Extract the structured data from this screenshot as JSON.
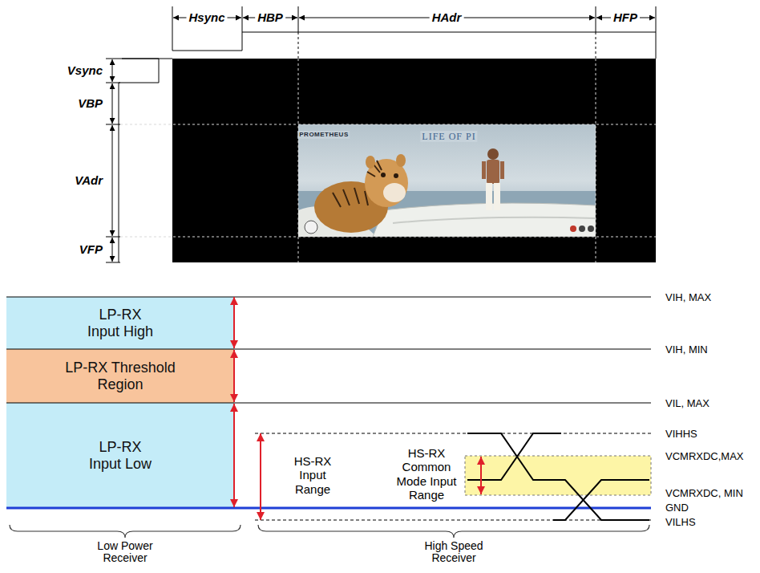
{
  "diagram": {
    "nodes": [
      {
        "text": [
          "LP-RX Input High"
        ]
      },
      {
        "text": [
          "LP-RX Threshold Region"
        ]
      },
      {
        "text": [
          "LP-RX Input Low"
        ]
      }
    ],
    "labels": [
      "Hsync",
      "HBP",
      "HAdr",
      "HFP",
      "Vsync",
      "VBP",
      "VAdr",
      "VFP",
      "PROMETHEUS",
      "LIFE OF PI",
      "VIH, MAX",
      "VIH, MIN",
      "VIL, MAX",
      "HS-RX Input Range",
      "HS-RX Common Mode Input Range",
      "VIHHS",
      "VCMRXDC,MAX",
      "VCMRXDC, MIN",
      "GND",
      "VILHS",
      "Low Power Receiver",
      "High Speed Receiver"
    ]
  }
}
